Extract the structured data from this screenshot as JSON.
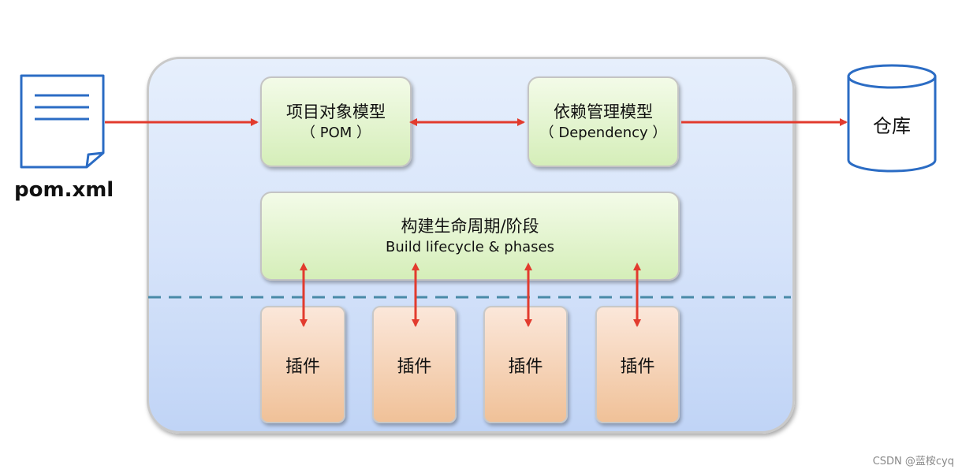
{
  "file": {
    "label": "pom.xml",
    "icon": "document-icon"
  },
  "repository": {
    "label": "仓库",
    "icon": "database-cylinder-icon"
  },
  "pom_model": {
    "title": "项目对象模型",
    "subtitle": "（ POM ）"
  },
  "dependency_model": {
    "title": "依赖管理模型",
    "subtitle": "（ Dependency ）"
  },
  "lifecycle": {
    "title": "构建生命周期/阶段",
    "subtitle": "Build lifecycle & phases"
  },
  "plugins": [
    {
      "label": "插件"
    },
    {
      "label": "插件"
    },
    {
      "label": "插件"
    },
    {
      "label": "插件"
    }
  ],
  "watermark": "CSDN @蓝桉cyq",
  "colors": {
    "arrow": "#e23b2e",
    "file_outline": "#2b6cc4",
    "divider": "#4a8aa8"
  }
}
